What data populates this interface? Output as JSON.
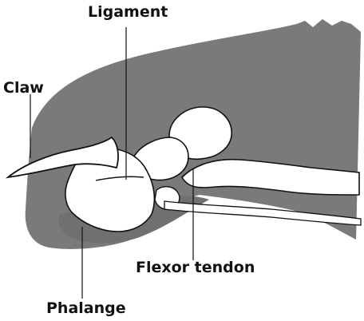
{
  "labels": {
    "ligament": "Ligament",
    "claw": "Claw",
    "flexor_tendon": "Flexor tendon",
    "phalange": "Phalange"
  },
  "colors": {
    "ink": "#111111",
    "shade": "#5a5a5a",
    "paper": "#ffffff"
  }
}
